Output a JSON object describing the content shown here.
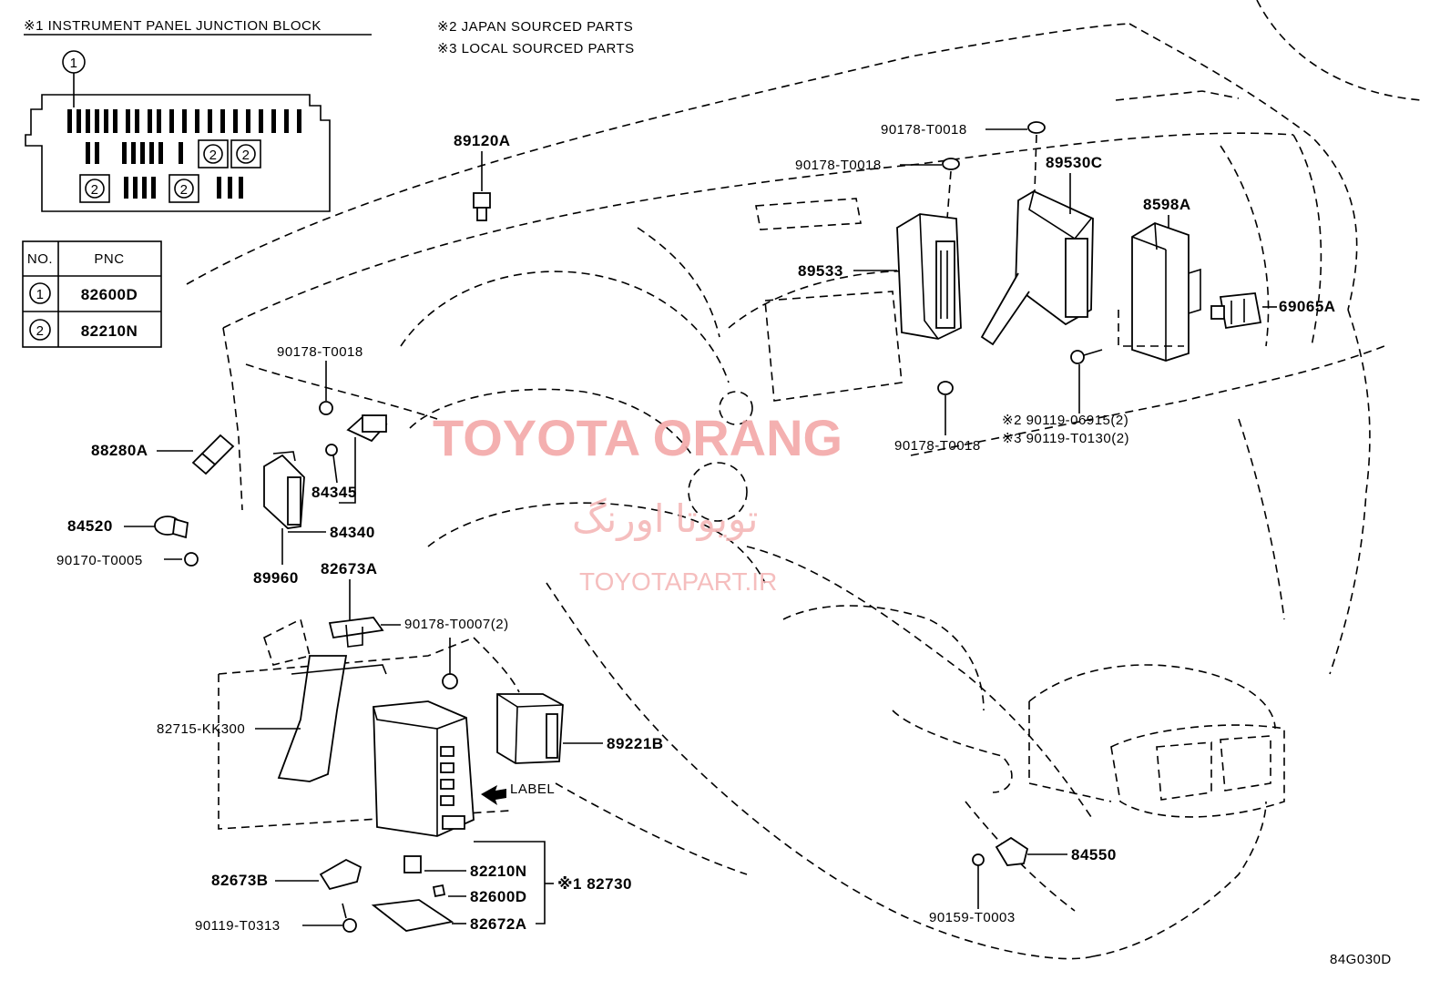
{
  "notes": {
    "note1": "※1 INSTRUMENT PANEL JUNCTION BLOCK",
    "note2": "※2 JAPAN SOURCED PARTS",
    "note3": "※3 LOCAL SOURCED PARTS"
  },
  "pnc_table": {
    "header_no": "NO.",
    "header_pnc": "PNC",
    "rows": [
      {
        "no": "1",
        "pnc": "82600D"
      },
      {
        "no": "2",
        "pnc": "82210N"
      }
    ]
  },
  "inset": {
    "marker_1": "1",
    "marker_2": "2"
  },
  "parts": {
    "p89120A": "89120A",
    "p90178_top1": "90178-T0018",
    "p90178_top2": "90178-T0018",
    "p89530C": "89530C",
    "p8598A": "8598A",
    "p89533": "89533",
    "p69065A": "69065A",
    "p90178_left": "90178-T0018",
    "p88280A": "88280A",
    "p90178_mid": "90178-T0018",
    "p90119_06915": "※2 90119-06915(2)",
    "p90119_T0130": "※3 90119-T0130(2)",
    "p84345": "84345",
    "p84340": "84340",
    "p84520": "84520",
    "p90170": "90170-T0005",
    "p89960": "89960",
    "p82673A": "82673A",
    "p90178_T0007": "90178-T0007(2)",
    "p82715": "82715-KK300",
    "p89221B": "89221B",
    "label_arrow": "LABEL",
    "p82210N": "82210N",
    "p82600D": "82600D",
    "p82730": "※1 82730",
    "p82672A": "82672A",
    "p82673B": "82673B",
    "p90119_T0313": "90119-T0313",
    "p84550": "84550",
    "p90159": "90159-T0003"
  },
  "watermark": {
    "main": "TOYOTA ORANG",
    "arabic": "تويوتا اورنگ",
    "site": "TOYOTAPART.IR"
  },
  "diagram_code": "84G030D"
}
